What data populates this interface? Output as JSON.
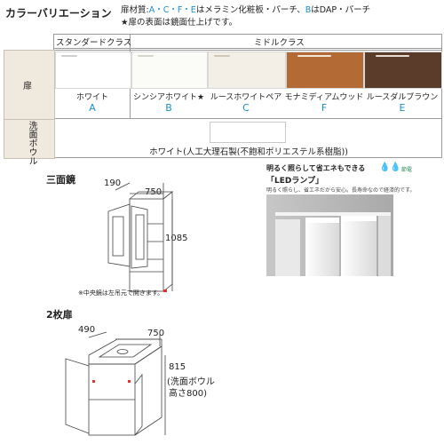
{
  "header": {
    "title": "カラーバリエーション",
    "note_prefix": "扉材質:",
    "note_acf": "A・C・F・E",
    "note_mid": "はメラミン化粧板・パーチ、",
    "note_b": "B",
    "note_end": "はDAP・パーチ",
    "note2": "★扉の表面は鏡面仕上げです。"
  },
  "table": {
    "class_standard": "スタンダードクラス",
    "class_middle": "ミドルクラス",
    "row_door": "扉",
    "row_bowl": "洗面ボウル",
    "colors": [
      {
        "name": "ホワイト",
        "letter": "A",
        "swatch": "#ffffff",
        "accent": "#cfcfcf"
      },
      {
        "name": "シンシアホワイト★",
        "letter": "B",
        "swatch": "#fbfbf7",
        "accent": "#d6d6cc"
      },
      {
        "name": "ルースホワイトペア",
        "letter": "C",
        "swatch": "#f4efe6",
        "accent": "#cfc8b9"
      },
      {
        "name": "モナミディアムウッド",
        "letter": "F",
        "swatch": "#b36a34",
        "accent": "#f3e7d8"
      },
      {
        "name": "ルースダルブラウン",
        "letter": "E",
        "swatch": "#5b3b2a",
        "accent": "#e8ddd2"
      }
    ],
    "bowl_text": "ホワイト(人工大理石製(不飽和ポリエステル系樹脂))"
  },
  "mirror3": {
    "title": "三面鏡",
    "depth": "190",
    "width": "750",
    "height": "1085",
    "note": "※中央鏡は左吊元で開きます。"
  },
  "led": {
    "headline": "明るく照らして省エネもできる",
    "saving_label": "節電",
    "badge": "「LEDランプ」",
    "desc": "明るく照らし、省エネだから安心。長寿命なので経済的です。"
  },
  "door2": {
    "title": "2枚扉",
    "depth": "490",
    "width": "750",
    "height": "815",
    "height_note1": "(洗面ボウル",
    "height_note2": "高さ800)"
  },
  "colors": {
    "accent": "#1a8fc9",
    "label_bg": "#efe9de"
  }
}
